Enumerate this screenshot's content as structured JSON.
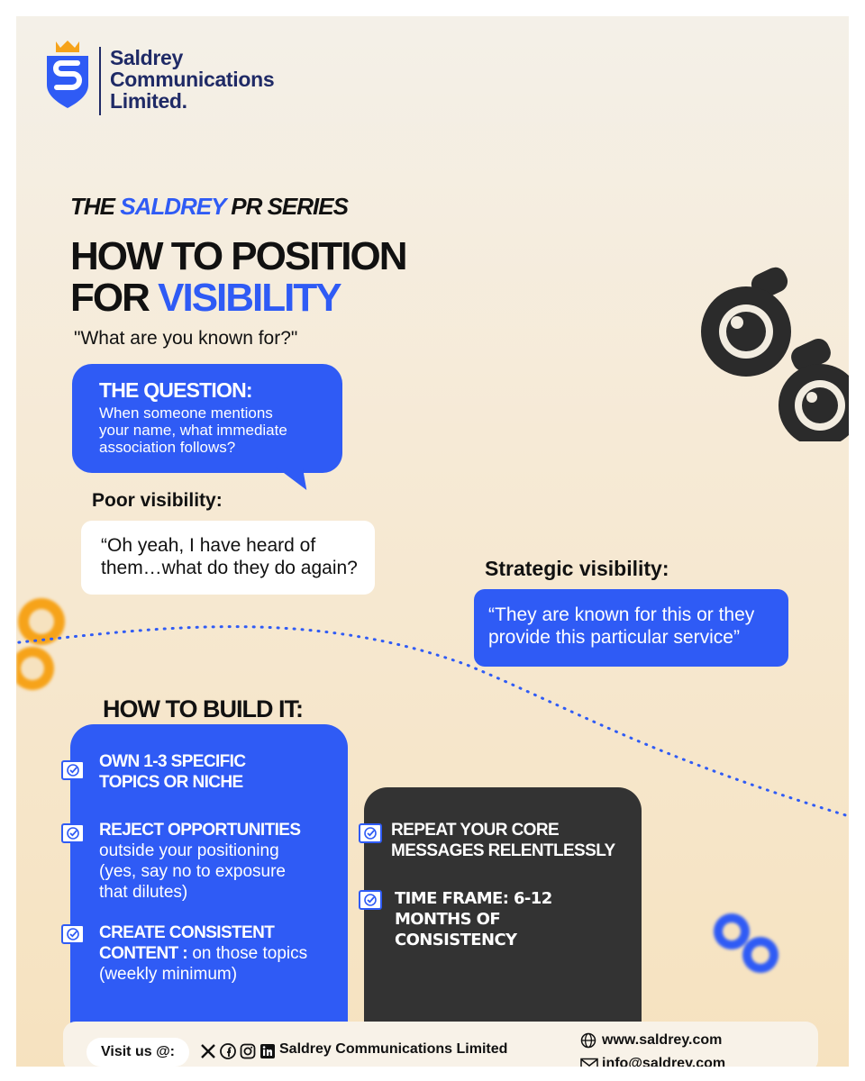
{
  "brand": {
    "line1": "Saldrey",
    "line2": "Communications",
    "line3": "Limited."
  },
  "series": {
    "prefix": "THE",
    "highlight": "SALDREY",
    "suffix": "PR SERIES"
  },
  "headline": {
    "line1": "HOW TO POSITION",
    "line2_prefix": "FOR",
    "line2_highlight": "VISIBILITY"
  },
  "subquestion": "\"What are you known for?\"",
  "question": {
    "title": "THE QUESTION:",
    "body_line1": "When someone mentions",
    "body_line2": "your name, what immediate",
    "body_line3": "association follows?"
  },
  "poor": {
    "label": "Poor visibility:",
    "quote_line1": "“Oh yeah, I have heard of",
    "quote_line2": "them…what do they do again?"
  },
  "strategic": {
    "label": "Strategic visibility:",
    "quote_line1": "“They are known for this or they",
    "quote_line2": "provide this particular service”"
  },
  "build": {
    "title": "HOW TO BUILD IT:",
    "items": [
      {
        "bold1": "OWN 1-3 SPECIFIC",
        "bold2": "TOPICS OR NICHE"
      },
      {
        "bold1": "REJECT OPPORTUNITIES",
        "rest1": "outside your positioning",
        "rest2": "(yes, say no to exposure",
        "rest3": "that dilutes)"
      },
      {
        "bold1": "CREATE CONSISTENT",
        "bold2": "CONTENT :",
        "rest2": "on those topics",
        "rest3": "(weekly minimum)"
      },
      {
        "bold1": "REPEAT YOUR CORE",
        "bold2": "MESSAGES RELENTLESSLY"
      },
      {
        "bold1": "TIME FRAME: 6-12",
        "bold2": "MONTHS OF",
        "bold3": "CONSISTENCY"
      }
    ]
  },
  "footer": {
    "visit": "Visit us @:",
    "company": "Saldrey Communications Limited",
    "website": "www.saldrey.com",
    "email": "info@saldrey.com",
    "social_icons": [
      "x-icon",
      "facebook-icon",
      "instagram-icon",
      "linkedin-icon"
    ]
  },
  "colors": {
    "accent": "#2f5bf5",
    "dark": "#333333",
    "navy": "#1f2a66",
    "orange": "#f6a31a"
  }
}
